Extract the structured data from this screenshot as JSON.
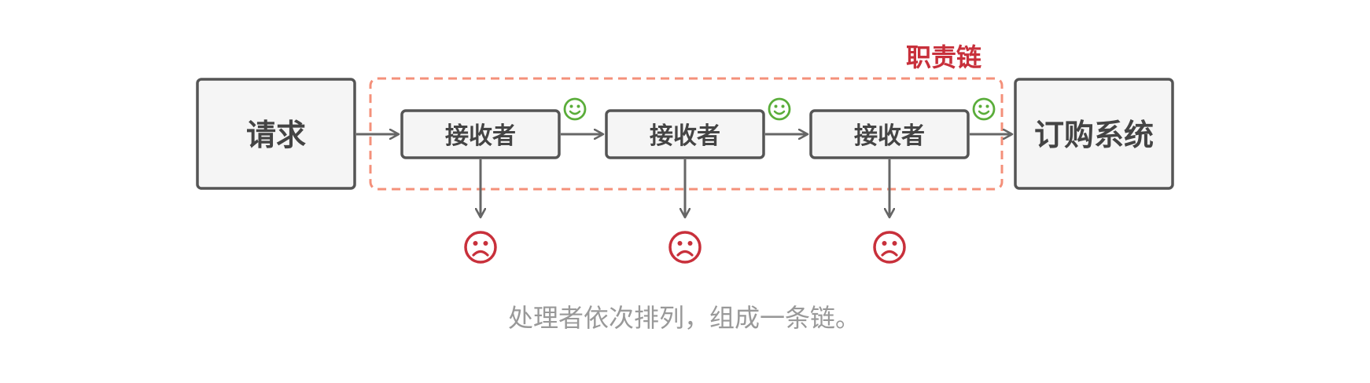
{
  "colors": {
    "box_stroke": "#555555",
    "box_fill": "#f5f5f5",
    "arrow": "#666666",
    "chain_border": "#f4907a",
    "chain_label": "#c8303b",
    "happy_face": "#5aad3a",
    "sad_face": "#c8303b",
    "caption": "#999999"
  },
  "request": {
    "label": "请求"
  },
  "chain": {
    "label": "职责链"
  },
  "receivers": [
    {
      "label": "接收者",
      "pass_icon": "smiley-icon",
      "fail_icon": "frown-icon"
    },
    {
      "label": "接收者",
      "pass_icon": "smiley-icon",
      "fail_icon": "frown-icon"
    },
    {
      "label": "接收者",
      "pass_icon": "smiley-icon",
      "fail_icon": "frown-icon"
    }
  ],
  "target": {
    "label": "订购系统"
  },
  "caption": "处理者依次排列，组成一条链。"
}
